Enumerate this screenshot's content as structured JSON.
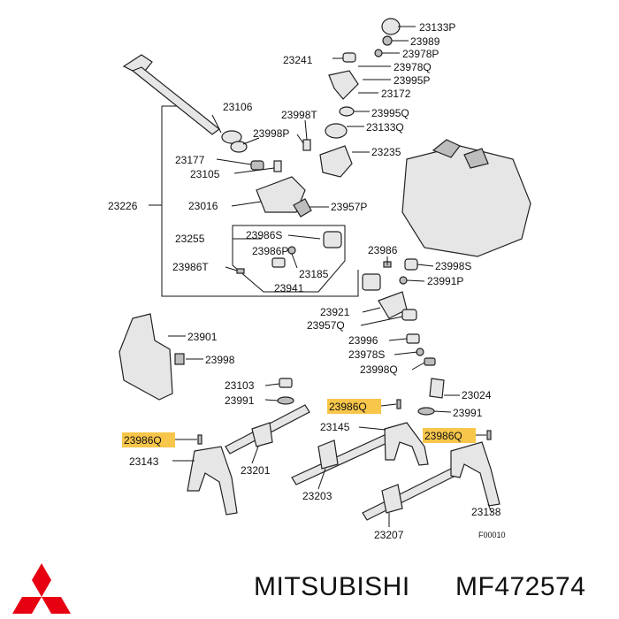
{
  "parts": [
    {
      "id": "23133P",
      "label": "23133P"
    },
    {
      "id": "23989",
      "label": "23989"
    },
    {
      "id": "23978P",
      "label": "23978P"
    },
    {
      "id": "23241",
      "label": "23241"
    },
    {
      "id": "23978Q",
      "label": "23978Q"
    },
    {
      "id": "23995P",
      "label": "23995P"
    },
    {
      "id": "23172",
      "label": "23172"
    },
    {
      "id": "23106",
      "label": "23106"
    },
    {
      "id": "23998T",
      "label": "23998T"
    },
    {
      "id": "23995Q",
      "label": "23995Q"
    },
    {
      "id": "23133Q",
      "label": "23133Q"
    },
    {
      "id": "23998P",
      "label": "23998P"
    },
    {
      "id": "23235",
      "label": "23235"
    },
    {
      "id": "23177",
      "label": "23177"
    },
    {
      "id": "23105",
      "label": "23105"
    },
    {
      "id": "23226",
      "label": "23226"
    },
    {
      "id": "23016",
      "label": "23016"
    },
    {
      "id": "23957P",
      "label": "23957P"
    },
    {
      "id": "23255",
      "label": "23255"
    },
    {
      "id": "23986S",
      "label": "23986S"
    },
    {
      "id": "23986P",
      "label": "23986P"
    },
    {
      "id": "23185",
      "label": "23185"
    },
    {
      "id": "23986T",
      "label": "23986T"
    },
    {
      "id": "23941",
      "label": "23941"
    },
    {
      "id": "23986",
      "label": "23986"
    },
    {
      "id": "23998S",
      "label": "23998S"
    },
    {
      "id": "23991P",
      "label": "23991P"
    },
    {
      "id": "23921",
      "label": "23921"
    },
    {
      "id": "23957Q",
      "label": "23957Q"
    },
    {
      "id": "23996",
      "label": "23996"
    },
    {
      "id": "23978S",
      "label": "23978S"
    },
    {
      "id": "23998Q",
      "label": "23998Q"
    },
    {
      "id": "23901",
      "label": "23901"
    },
    {
      "id": "23998",
      "label": "23998"
    },
    {
      "id": "23103",
      "label": "23103"
    },
    {
      "id": "23991a",
      "label": "23991"
    },
    {
      "id": "23986Q_a",
      "label": "23986Q"
    },
    {
      "id": "23024",
      "label": "23024"
    },
    {
      "id": "23991b",
      "label": "23991"
    },
    {
      "id": "23145",
      "label": "23145"
    },
    {
      "id": "23986Q_b",
      "label": "23986Q"
    },
    {
      "id": "23986Q_c",
      "label": "23986Q"
    },
    {
      "id": "23143",
      "label": "23143"
    },
    {
      "id": "23201",
      "label": "23201"
    },
    {
      "id": "23203",
      "label": "23203"
    },
    {
      "id": "23138",
      "label": "23138"
    },
    {
      "id": "23207",
      "label": "23207"
    }
  ],
  "figure_code": "F00010",
  "brand": {
    "name": "MITSUBISHI",
    "part_number": "MF472574"
  },
  "colors": {
    "highlight": "#f7c64a",
    "logo": "#e60012",
    "ink": "#111111"
  }
}
